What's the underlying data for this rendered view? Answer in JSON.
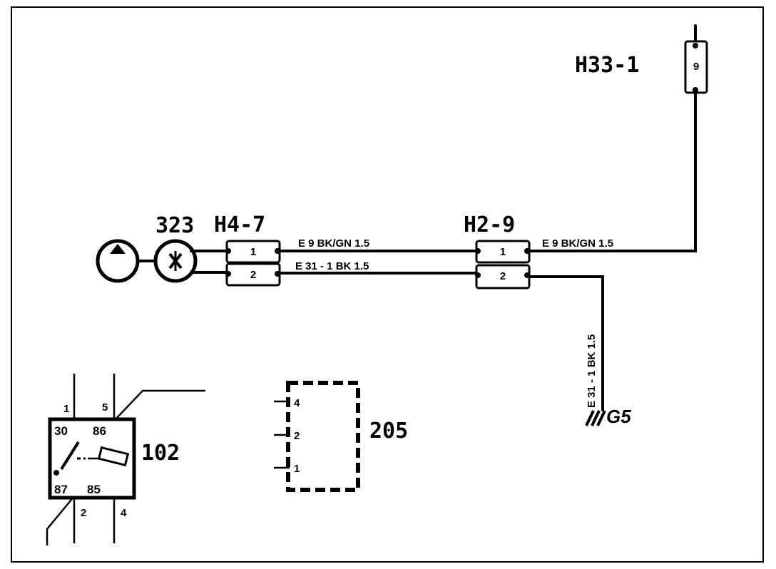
{
  "connectors": {
    "h33_1": {
      "label": "H33-1",
      "pin": "9"
    },
    "h4_7": {
      "label": "H4-7",
      "pins": [
        "1",
        "2"
      ]
    },
    "h2_9": {
      "label": "H2-9",
      "pins": [
        "1",
        "2"
      ]
    }
  },
  "component_323": {
    "label": "323"
  },
  "wires": {
    "e9_left": "E 9  BK/GN  1.5",
    "e31_left": "E 31 - 1  BK  1.5",
    "e9_right": "E 9  BK/GN  1.5",
    "e31_vertical": "E 31 - 1  BK 1.5"
  },
  "ground": {
    "label": "G5"
  },
  "relay": {
    "label": "102",
    "terminals": [
      "30",
      "86",
      "87",
      "85"
    ],
    "pins": [
      "1",
      "5",
      "2",
      "4"
    ]
  },
  "component_205": {
    "label": "205",
    "pins": [
      "4",
      "2",
      "1"
    ]
  }
}
